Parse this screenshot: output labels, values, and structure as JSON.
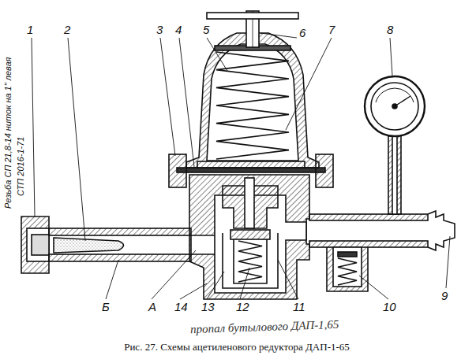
{
  "diagram": {
    "caption": "Рис. 27. Схемы ацетиленового редуктора ДАП-1-65",
    "labels": [
      "Резьба СП 21,8-14 ниток на 1\" левая",
      "СТП 2016-1-71",
      "1",
      "2",
      "3",
      "4",
      "5",
      "6",
      "7",
      "8",
      "Б",
      "А",
      "14",
      "13",
      "12",
      "11",
      "10",
      "9",
      "пропал бутылового ДАП-1,65"
    ]
  }
}
